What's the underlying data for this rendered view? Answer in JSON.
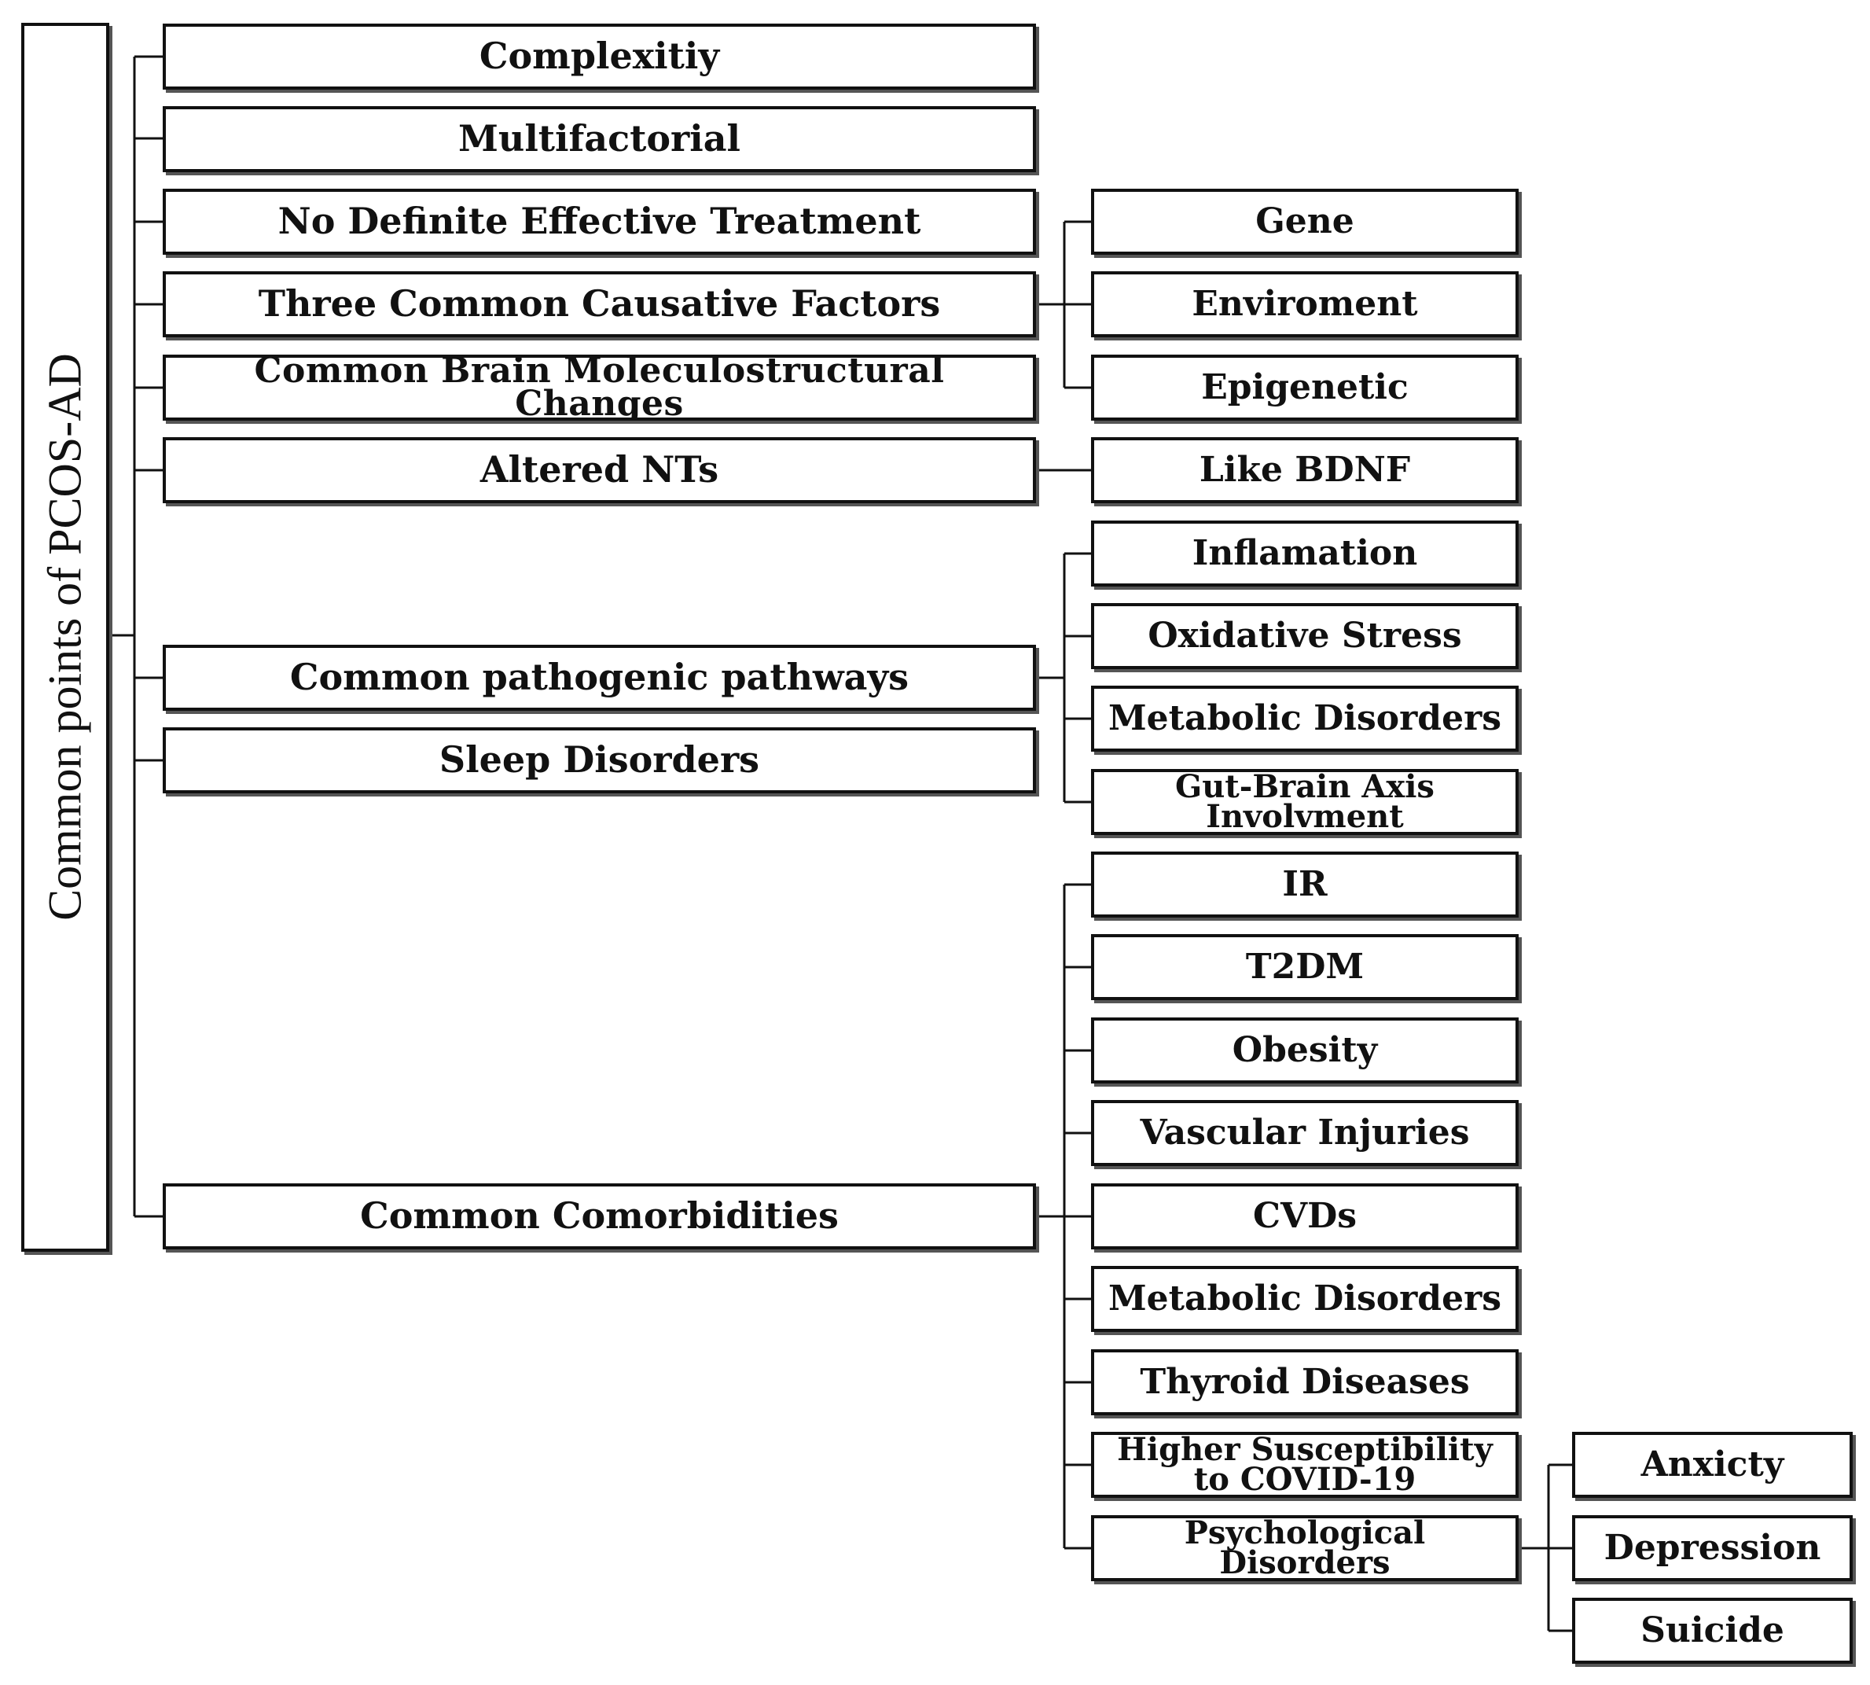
{
  "root": {
    "label": "Common points of PCOS-AD"
  },
  "level1": [
    {
      "label": "Complexitiy"
    },
    {
      "label": "Multifactorial"
    },
    {
      "label": "No Definite Effective Treatment"
    },
    {
      "label": "Three Common Causative Factors"
    },
    {
      "label": "Common Brain Moleculostructural Changes"
    },
    {
      "label": "Altered NTs"
    },
    {
      "label": "Common pathogenic pathways"
    },
    {
      "label": "Sleep Disorders"
    },
    {
      "label": "Common Comorbidities"
    }
  ],
  "causative_factors": [
    {
      "label": "Gene"
    },
    {
      "label": "Enviroment"
    },
    {
      "label": "Epigenetic"
    }
  ],
  "neurotransmitters": [
    {
      "label": "Like BDNF"
    }
  ],
  "pathogenic_pathways": [
    {
      "label": "Inflamation"
    },
    {
      "label": "Oxidative Stress"
    },
    {
      "label": "Metabolic Disorders"
    },
    {
      "label": "Gut-Brain Axis Involvment"
    }
  ],
  "comorbidities": [
    {
      "label": "IR"
    },
    {
      "label": "T2DM"
    },
    {
      "label": "Obesity"
    },
    {
      "label": "Vascular Injuries"
    },
    {
      "label": "CVDs"
    },
    {
      "label": "Metabolic Disorders"
    },
    {
      "label": "Thyroid Diseases"
    },
    {
      "label": "Higher Susceptibility to COVID-19"
    },
    {
      "label": "Psychological Disorders"
    }
  ],
  "psychological": [
    {
      "label": "Anxicty"
    },
    {
      "label": "Depression"
    },
    {
      "label": "Suicide"
    }
  ]
}
